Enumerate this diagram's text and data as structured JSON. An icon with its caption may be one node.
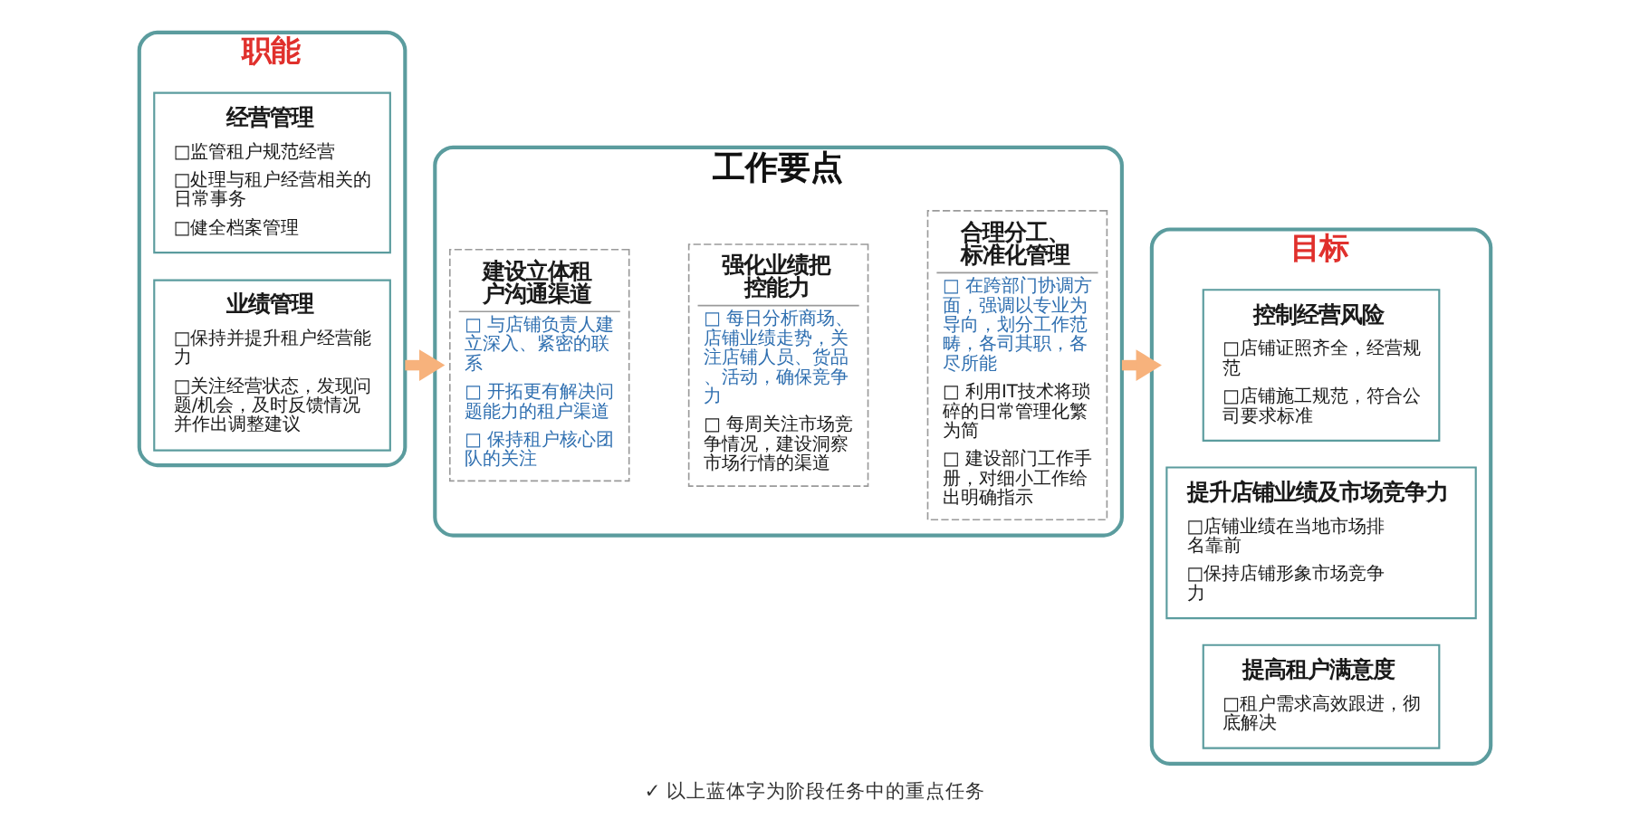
{
  "diagram": {
    "caption": "✓ 以上蓝体字为阶段任务中的重点任务",
    "nodes": [
      {
        "text": [
          "职能"
        ]
      },
      {
        "text": [
          "经营管理",
          "□监管租户规范经营",
          "□处理与租户经营相关的日常事务",
          "□健全档案管理"
        ],
        "in": 0
      },
      {
        "text": [
          "业绩管理",
          "□保持并提升租户经营能力",
          "□关注经营状态，发现问题/机会，及时反馈情况并作出调整建议"
        ],
        "in": 0
      },
      {
        "text": [
          "工作要点"
        ]
      },
      {
        "text": [
          "建设立体租户沟通渠道",
          "□ 与店铺负责人建立深入、紧密的联系",
          "□ 开拓更有解决问题能力的租户渠道",
          "□ 保持租户核心团队的关注"
        ],
        "in": 3
      },
      {
        "text": [
          "强化业绩把控能力",
          "□ 每日分析商场、店铺业绩走势，关注店铺人员、货品、活动，确保竞争力",
          "□ 每周关注市场竞争情况，建设洞察市场行情的渠道"
        ],
        "in": 3
      },
      {
        "text": [
          "合理分工、标准化管理",
          "□ 在跨部门协调方面，强调以专业为导向，划分工作范畴，各司其职，各尽所能",
          "□ 利用IT技术将琐碎的日常管理化繁为简",
          "□ 建设部门工作手册，对细小工作给出明确指示"
        ],
        "in": 3
      },
      {
        "text": [
          "目标"
        ]
      },
      {
        "text": [
          "控制经营风险",
          "□店铺证照齐全，经营规范",
          "□店铺施工规范，符合公司要求标准"
        ],
        "in": 7
      },
      {
        "text": [
          "提升店铺业绩及市场竞争力",
          "□店铺业绩在当地市场排名靠前",
          "□保持店铺形象市场竞争力"
        ],
        "in": 7
      },
      {
        "text": [
          "提高租户满意度",
          "□租户需求高效跟进，彻底解决"
        ],
        "in": 7
      }
    ],
    "edges": [
      {
        "from": 0,
        "to": 3,
        "arrow": "to"
      },
      {
        "from": 3,
        "to": 7,
        "arrow": "to"
      }
    ]
  }
}
